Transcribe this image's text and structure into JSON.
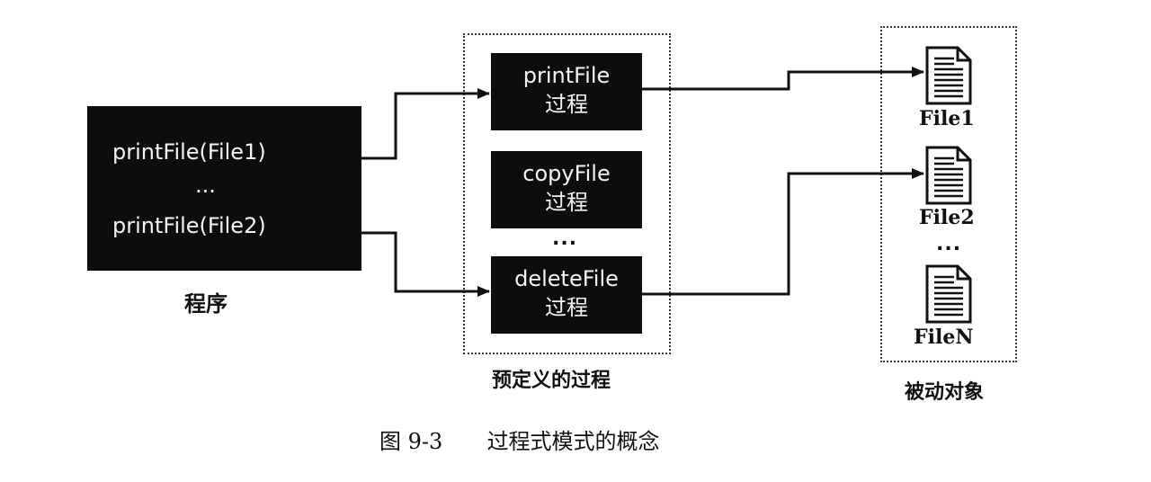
{
  "program": {
    "lines": [
      "printFile(File1)",
      "...",
      "printFile(File2)"
    ],
    "caption": "程序"
  },
  "procedures": {
    "items": [
      {
        "name": "printFile",
        "suffix": "过程"
      },
      {
        "name": "copyFile",
        "suffix": "过程"
      },
      {
        "name": "deleteFile",
        "suffix": "过程"
      }
    ],
    "ellipsis": "...",
    "caption": "预定义的过程"
  },
  "objects": {
    "files": [
      "File1",
      "File2",
      "FileN"
    ],
    "ellipsis": "...",
    "caption": "被动对象"
  },
  "figure": {
    "number": "图 9-3",
    "title": "过程式模式的概念"
  },
  "colors": {
    "block": "#0d0d0d",
    "block_text": "#f3f3f3",
    "line": "#111111"
  }
}
